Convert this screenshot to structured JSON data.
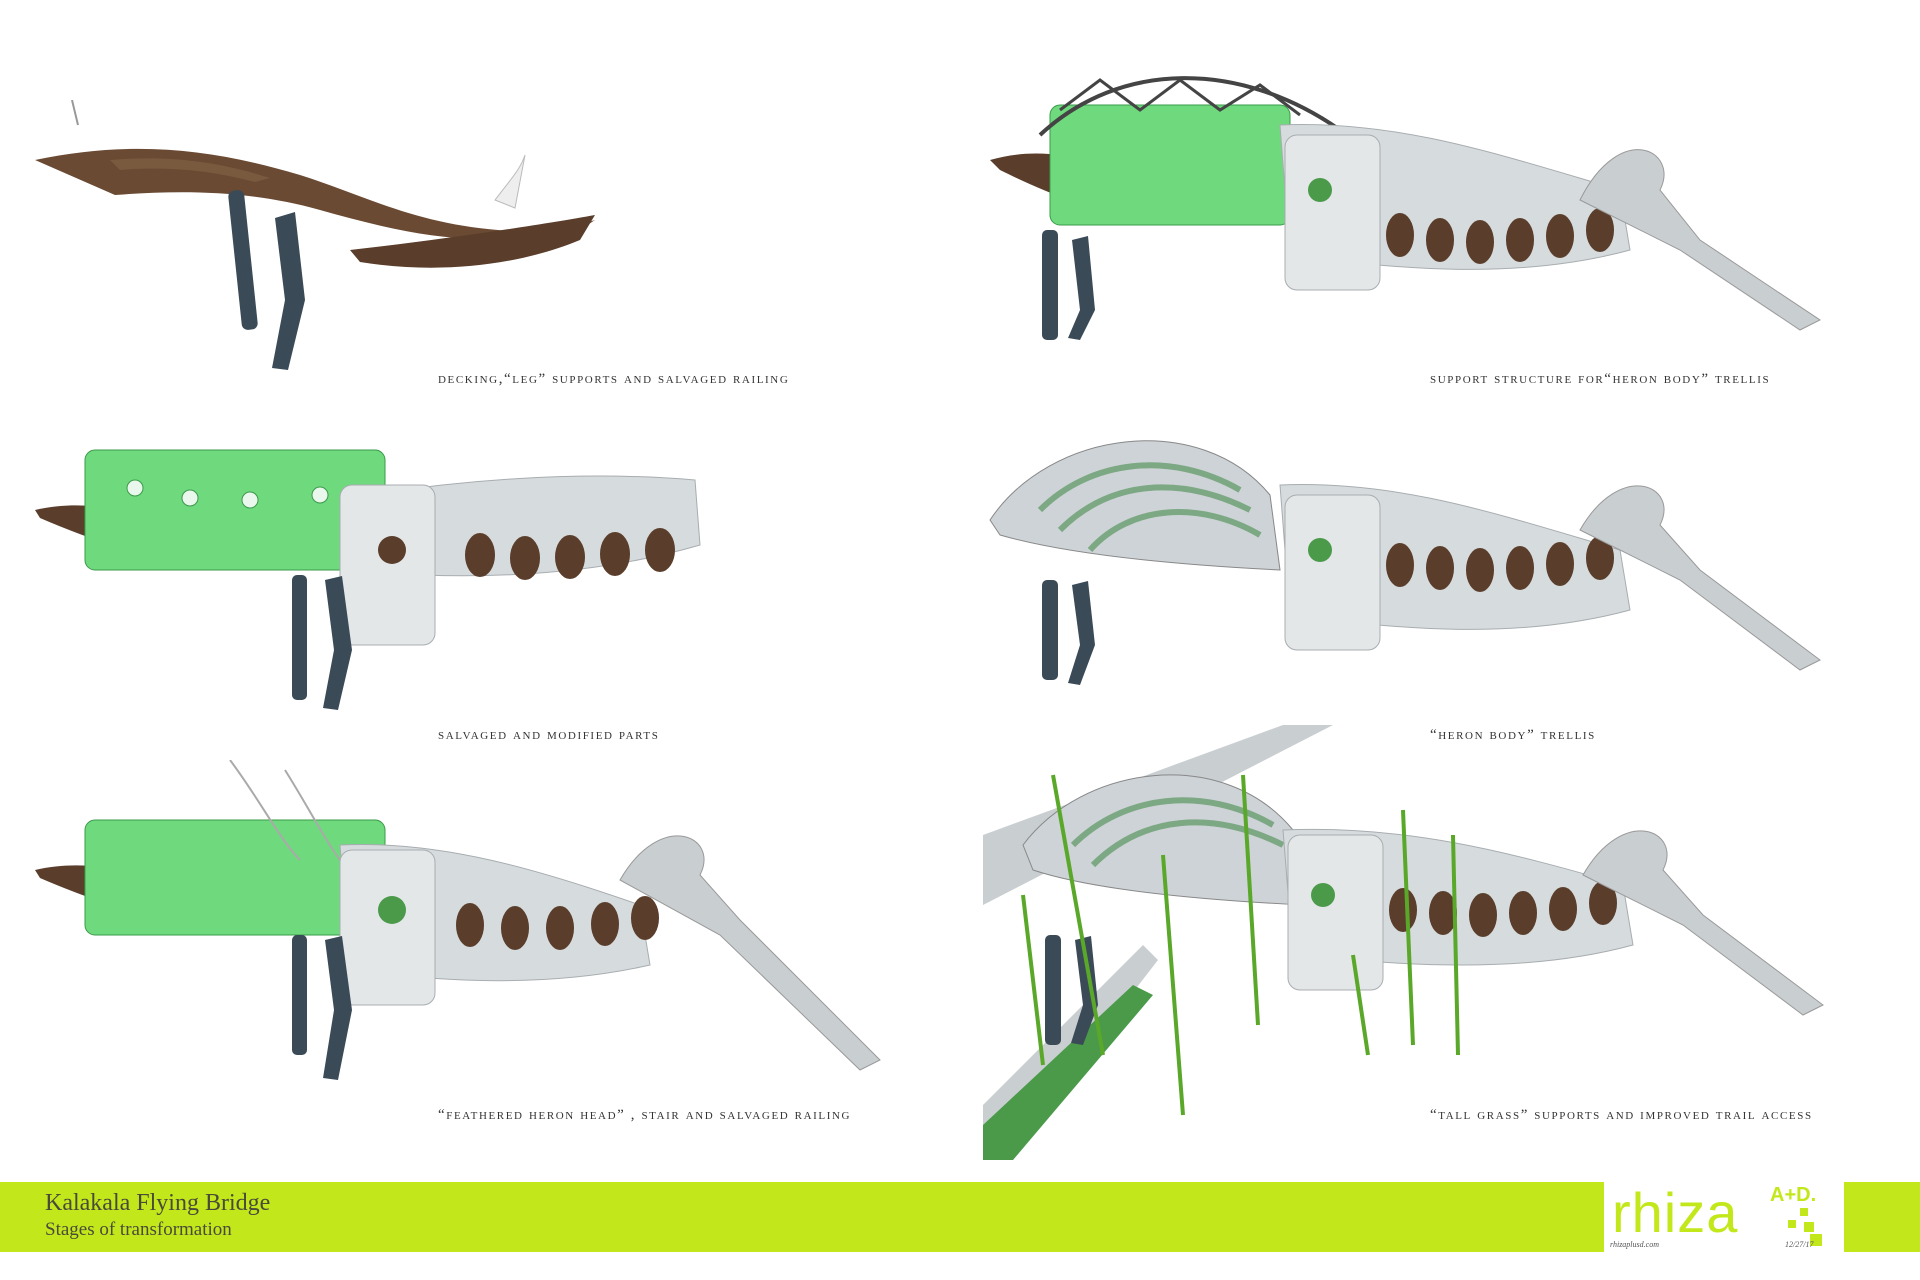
{
  "panels": [
    {
      "caption": "decking,“leg” supports and salvaged railing"
    },
    {
      "caption": "support structure for“heron body” trellis"
    },
    {
      "caption": "salvaged and modified parts"
    },
    {
      "caption": "“heron body” trellis"
    },
    {
      "caption": "“feathered heron head” , stair and salvaged railing"
    },
    {
      "caption": "“tall grass” supports and improved trail access"
    }
  ],
  "footer": {
    "title": "Kalakala Flying Bridge",
    "subtitle": "Stages of transformation"
  },
  "logo": {
    "word": "rhiza",
    "suffix": "A+D.",
    "url": "rhizaplusd.com",
    "date": "12/27/17"
  },
  "colors": {
    "accent": "#c2e81b",
    "deck": "#5a3e2b",
    "leg": "#3b4a57",
    "body": "#d6dbde",
    "glass": "#6fd97d"
  }
}
